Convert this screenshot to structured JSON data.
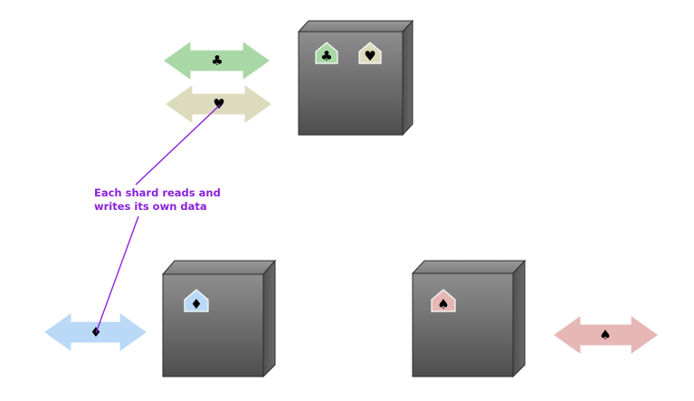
{
  "annotation": {
    "lines": [
      "Each shard reads and",
      "writes its own data"
    ],
    "color": "#8a22d9"
  },
  "colors": {
    "clubs": "#a9d8a6",
    "hearts": "#dddbbd",
    "diamonds": "#b9d9f6",
    "spades": "#e6b7b5",
    "server_light": "#8e8e8e",
    "server_dark": "#505050"
  },
  "servers": [
    {
      "name": "top",
      "shards": [
        {
          "suit": "clubs",
          "glyph": "♣"
        },
        {
          "suit": "hearts",
          "glyph": "♥"
        }
      ]
    },
    {
      "name": "bottom-left",
      "shards": [
        {
          "suit": "diamonds",
          "glyph": "♦"
        }
      ]
    },
    {
      "name": "bottom-right",
      "shards": [
        {
          "suit": "spades",
          "glyph": "♠"
        }
      ]
    }
  ],
  "arrows": [
    {
      "suit": "clubs",
      "glyph": "♣"
    },
    {
      "suit": "hearts",
      "glyph": "♥"
    },
    {
      "suit": "diamonds",
      "glyph": "♦"
    },
    {
      "suit": "spades",
      "glyph": "♠"
    }
  ]
}
